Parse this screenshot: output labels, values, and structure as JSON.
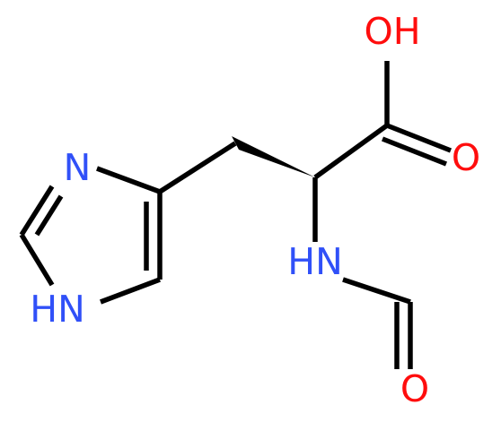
{
  "molecule": {
    "atoms": {
      "oh": "OH",
      "carbonyl_o": "O",
      "imidazole_n": "N",
      "imidazole_nh": "HN",
      "amide_nh": "HN",
      "formyl_o": "O"
    },
    "colors": {
      "bond": "#000000",
      "oxygen": "#ff0d0d",
      "nitrogen": "#3050f8"
    }
  }
}
